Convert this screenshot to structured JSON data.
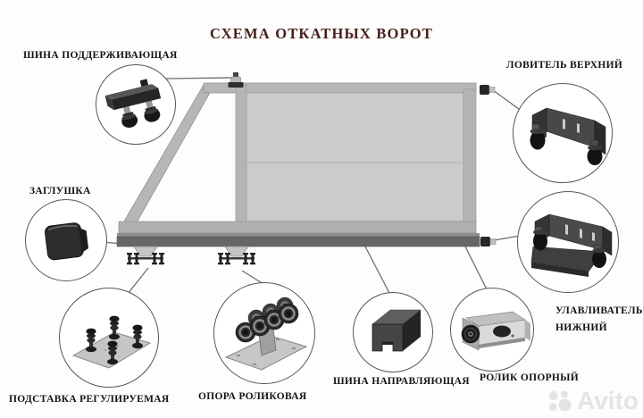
{
  "title": "СХЕМА ОТКАТНЫХ ВОРОТ",
  "parts": [
    {
      "id": "supporting-rail",
      "label": "ШИНА ПОДДЕРЖИВАЮЩАЯ"
    },
    {
      "id": "upper-catcher",
      "label": "ЛОВИТЕЛЬ ВЕРХНИЙ"
    },
    {
      "id": "end-cap",
      "label": "ЗАГЛУШКА"
    },
    {
      "id": "adjustable-stand",
      "label": "ПОДСТАВКА РЕГУЛИРУЕМАЯ"
    },
    {
      "id": "roller-carriage",
      "label": "ОПОРА РОЛИКОВАЯ"
    },
    {
      "id": "guide-rail",
      "label": "ШИНА НАПРАВЛЯЮЩАЯ"
    },
    {
      "id": "support-roller",
      "label": "РОЛИК ОПОРНЫЙ"
    },
    {
      "id": "lower-catcher",
      "label": "УЛАВЛИВАТЕЛЬ НИЖНИЙ"
    }
  ],
  "watermark": {
    "text": "Avito"
  },
  "colors": {
    "title": "#47201b",
    "label": "#141414",
    "circle_outline": "#575757",
    "gate_frame": "#b6b6b6",
    "gate_panel": "#cbcbcb",
    "rail_dark": "#676767",
    "part_dark": "#2b2b2b",
    "watermark": "#e4e4e4"
  }
}
